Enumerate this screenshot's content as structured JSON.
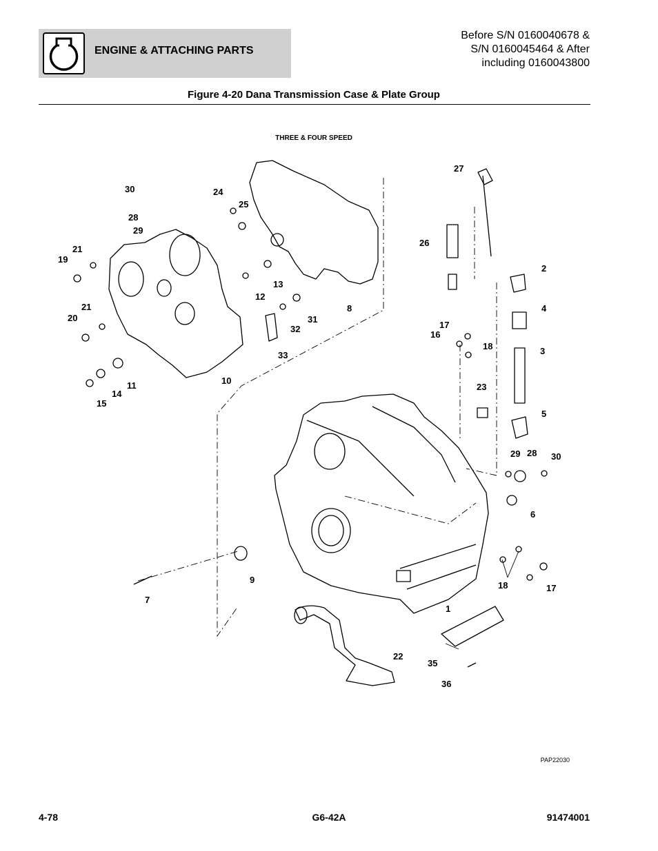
{
  "header": {
    "section": "ENGINE & ATTACHING PARTS",
    "serial_lines": [
      "Before S/N 0160040678 &",
      "S/N 0160045464 & After",
      "including 0160043800"
    ]
  },
  "figure": {
    "title": "Figure 4-20 Dana Transmission Case & Plate Group",
    "subtitle": "THREE & FOUR SPEED",
    "ref_code": "PAP22030",
    "callouts": [
      "30",
      "28",
      "29",
      "24",
      "25",
      "21",
      "19",
      "13",
      "12",
      "21",
      "20",
      "31",
      "32",
      "33",
      "10",
      "11",
      "14",
      "15",
      "8",
      "27",
      "26",
      "2",
      "4",
      "3",
      "17",
      "16",
      "18",
      "23",
      "5",
      "29",
      "28",
      "30",
      "6",
      "9",
      "7",
      "18",
      "17",
      "1",
      "22",
      "35",
      "36"
    ]
  },
  "footer": {
    "page": "4-78",
    "model": "G6-42A",
    "doc_number": "91474001"
  }
}
